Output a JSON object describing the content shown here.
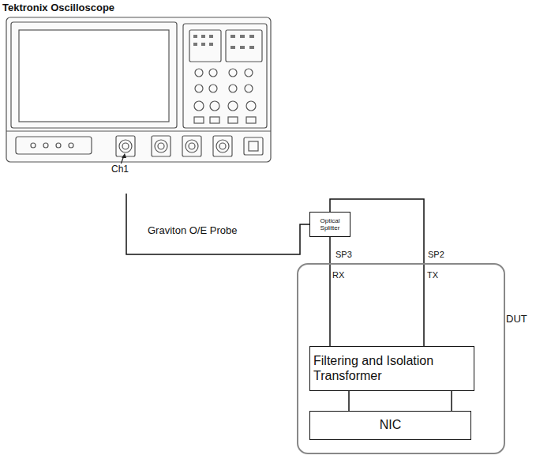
{
  "diagram": {
    "nodes": [
      {
        "text": [
          "Tektronix Oscilloscope"
        ]
      },
      {
        "text": [
          "Optical Splitter"
        ]
      },
      {
        "text": [
          "DUT"
        ]
      },
      {
        "text": [
          "Filtering and Isolation Transformer"
        ],
        "in": 2
      },
      {
        "text": [
          "NIC"
        ],
        "in": 2
      }
    ],
    "edges": [
      {
        "from": 0,
        "to": 1,
        "arrow": "none"
      },
      {
        "from": 1,
        "to": 3,
        "arrow": "none"
      },
      {
        "from": 1,
        "to": 3,
        "arrow": "none"
      },
      {
        "from": 3,
        "to": 4,
        "arrow": "none"
      },
      {
        "from": 3,
        "to": 4,
        "arrow": "none"
      }
    ],
    "labels": [
      "Ch1",
      "Graviton O/E Probe",
      "SP3",
      "SP2",
      "RX",
      "TX"
    ]
  }
}
